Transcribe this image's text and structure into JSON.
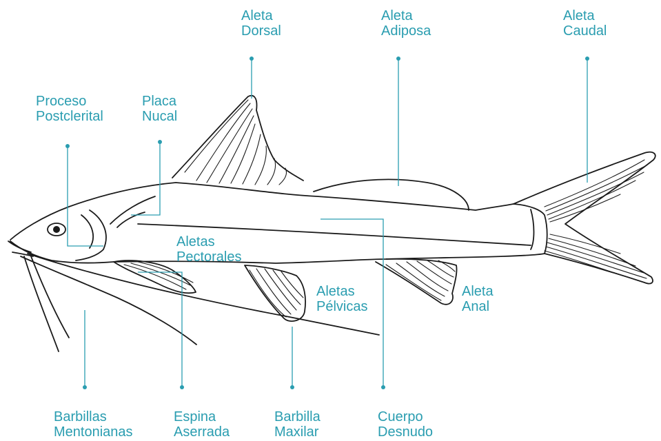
{
  "labels": {
    "aleta_dorsal": [
      "Aleta",
      "Dorsal"
    ],
    "aleta_adiposa": [
      "Aleta",
      "Adiposa"
    ],
    "aleta_caudal": [
      "Aleta",
      "Caudal"
    ],
    "proceso_postclerital": [
      "Proceso",
      "Postclerital"
    ],
    "placa_nucal": [
      "Placa",
      "Nucal"
    ],
    "aletas_pectorales": [
      "Aletas",
      "Pectorales"
    ],
    "aletas_pelvicas": [
      "Aletas",
      "Pélvicas"
    ],
    "aleta_anal": [
      "Aleta",
      "Anal"
    ],
    "barbillas_mentonianas": [
      "Barbillas",
      "Mentonianas"
    ],
    "espina_aserrada": [
      "Espina",
      "Aserrada"
    ],
    "barbilla_maxilar": [
      "Barbilla",
      "Maxilar"
    ],
    "cuerpo_desnudo": [
      "Cuerpo",
      "Desnudo"
    ]
  },
  "colors": {
    "accent": "#2a9db0",
    "outline": "#1a1a1a"
  }
}
